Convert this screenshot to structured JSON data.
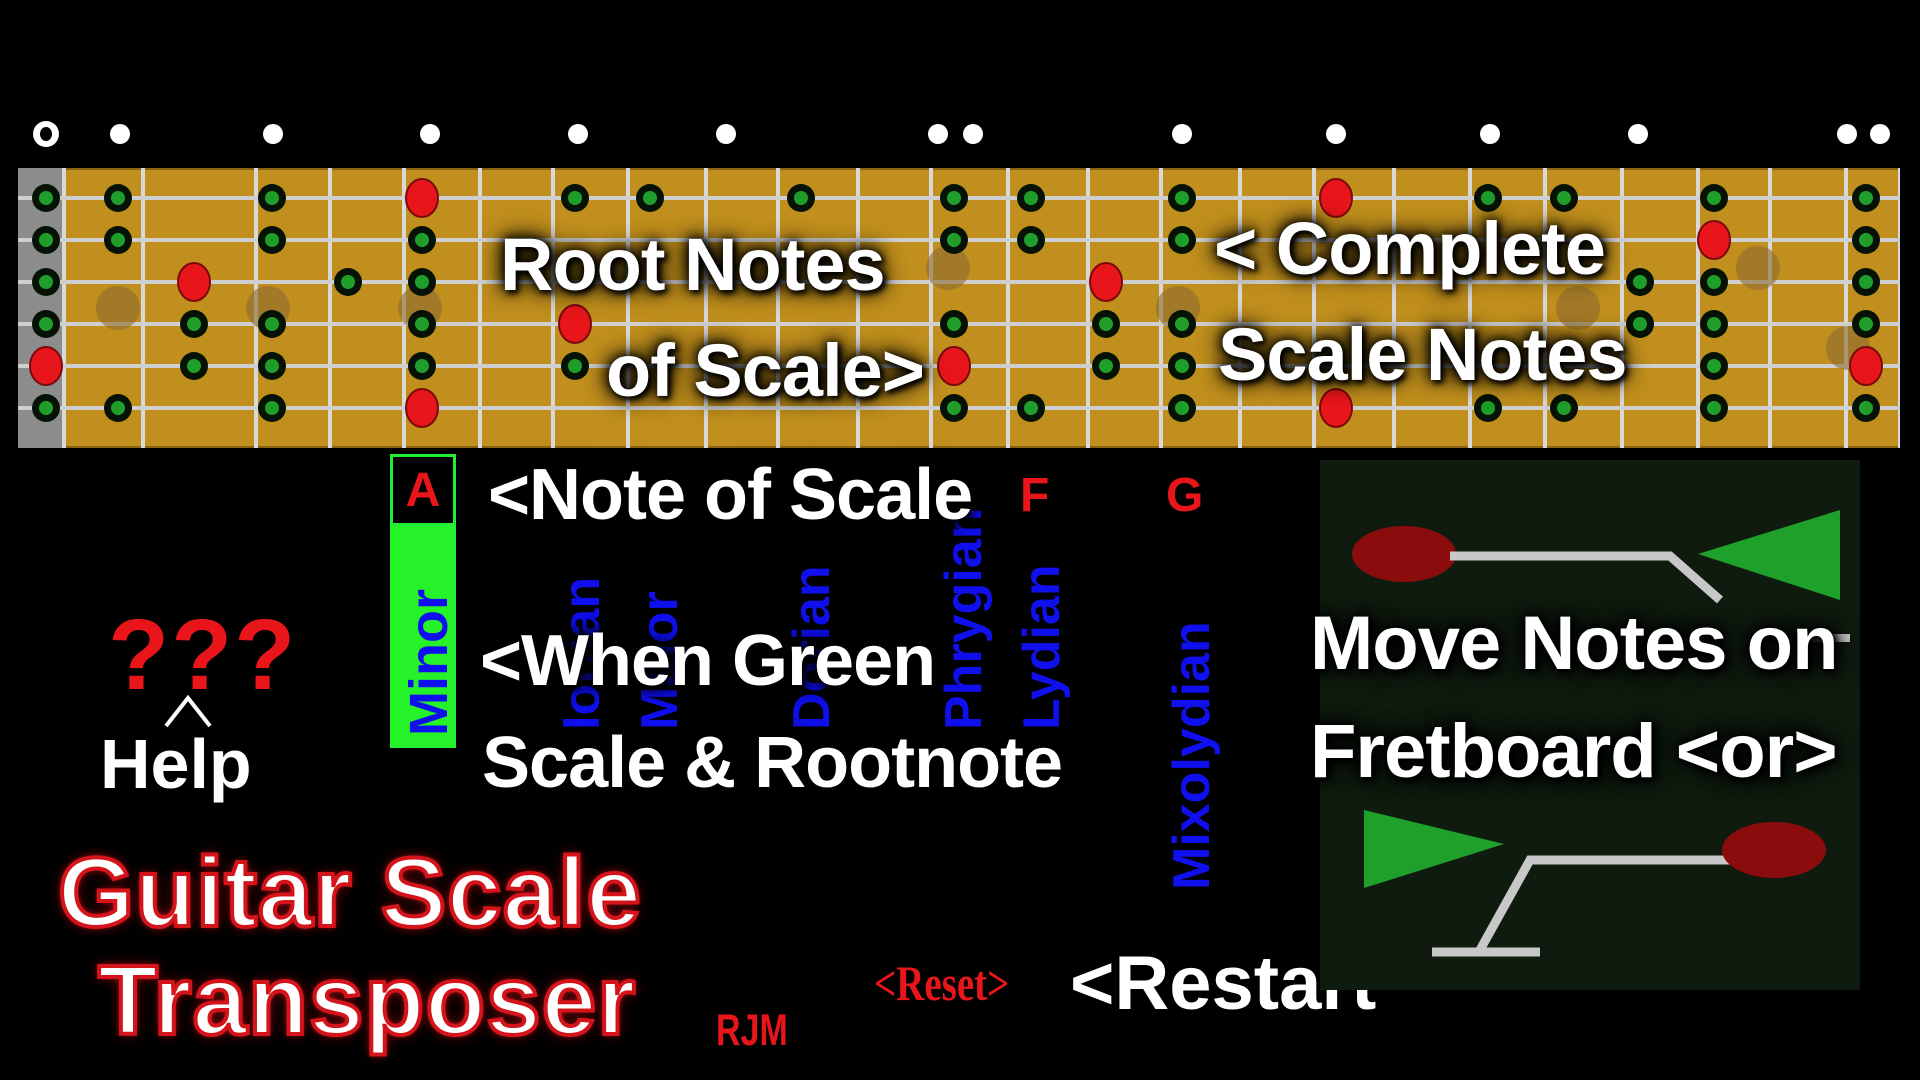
{
  "fretboard": {
    "root_notes_line1": "Root Notes",
    "root_notes_line2": "of Scale>",
    "complete_line1": "< Complete",
    "complete_line2": "Scale Notes"
  },
  "scale_selector": {
    "note": "A",
    "selected_scale": "Minor",
    "note_hint": "<Note of Scale",
    "green_hint_line1": "<When Green",
    "green_hint_line2": "Scale & Rootnote",
    "other_notes": [
      "F",
      "G"
    ],
    "other_scales": [
      "Ionian",
      "Major",
      "Dorian",
      "Phrygian",
      "Lydian",
      "Mixolydian"
    ]
  },
  "help": {
    "symbol": "???",
    "label": "Help"
  },
  "title": {
    "line1": "Guitar Scale",
    "line2": "Transposer",
    "author": "RJM"
  },
  "controls": {
    "reset": "<Reset>",
    "restart": "<Restart"
  },
  "move_notes": {
    "line1": "Move Notes on",
    "line2": "Fretboard <or>"
  },
  "colors": {
    "fretboard": "#c08f1d",
    "root_note": "#e8161a",
    "scale_note": "#1f9e2c",
    "selected": "#26f22a",
    "scale_text": "#1010ee"
  }
}
